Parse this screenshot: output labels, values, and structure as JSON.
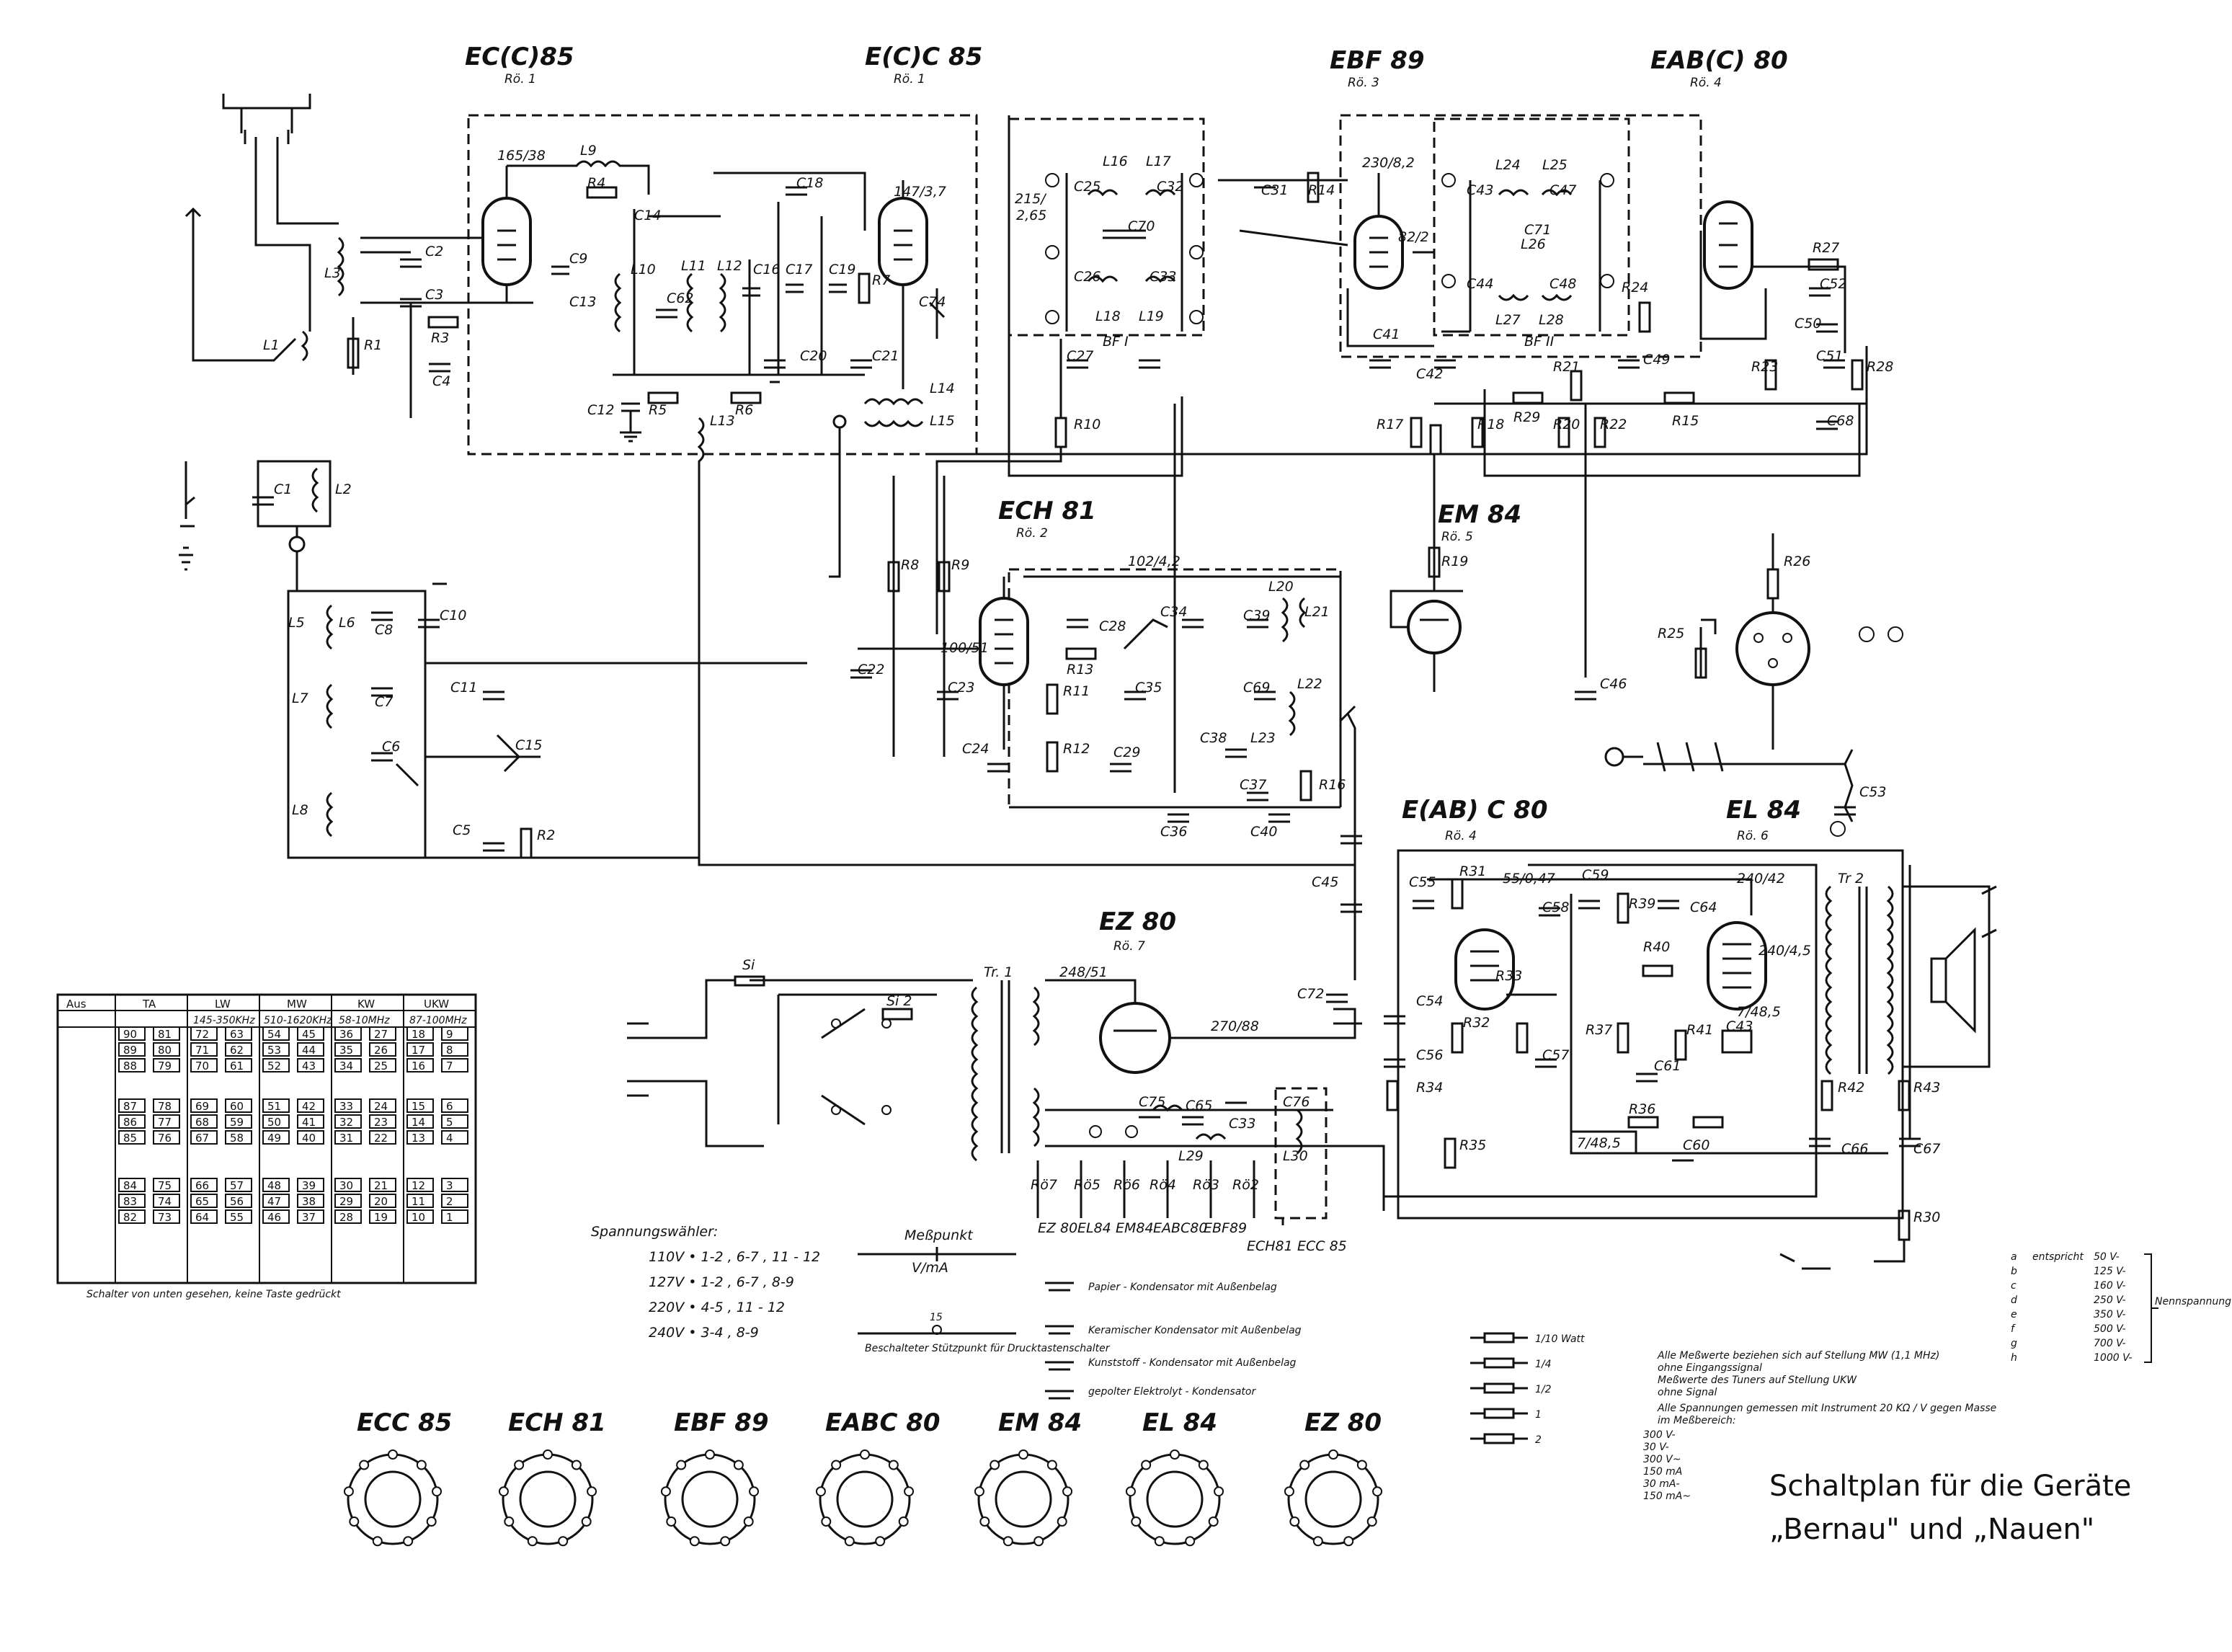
{
  "title": {
    "line1": "Schaltplan für die Geräte",
    "line2": "„Bernau\" und „Nauen\""
  },
  "tubes": [
    {
      "id": "ec85a",
      "name": "EC(C)85",
      "sub": "Rö. 1"
    },
    {
      "id": "ec85b",
      "name": "E(C)C 85",
      "sub": "Rö. 1"
    },
    {
      "id": "ebf89",
      "name": "EBF 89",
      "sub": "Rö. 3"
    },
    {
      "id": "eab80",
      "name": "EAB(C) 80",
      "sub": "Rö. 4"
    },
    {
      "id": "ech81",
      "name": "ECH 81",
      "sub": "Rö. 2"
    },
    {
      "id": "em84",
      "name": "EM 84",
      "sub": "Rö. 5"
    },
    {
      "id": "eabc80",
      "name": "E(AB) C 80",
      "sub": "Rö. 4"
    },
    {
      "id": "el84",
      "name": "EL 84",
      "sub": "Rö. 6"
    },
    {
      "id": "ez80",
      "name": "EZ 80",
      "sub": "Rö. 7"
    }
  ],
  "component_labels": {
    "L3": "L3",
    "L1": "L1",
    "L2": "L2",
    "L5": "L5",
    "L6": "L6",
    "L7": "L7",
    "L8": "L8",
    "L9": "L9",
    "L10": "L10",
    "L11": "L11",
    "L12": "L12",
    "L13": "L13",
    "L14": "L14",
    "L15": "L15",
    "L16": "L16",
    "L17": "L17",
    "L18": "L18",
    "L19": "L19",
    "L20": "L20",
    "L21": "L21",
    "L22": "L22",
    "L23": "L23",
    "L24": "L24",
    "L25": "L25",
    "L26": "L26",
    "L27": "L27",
    "L28": "L28",
    "L29": "L29",
    "L30": "L30",
    "C1": "C1",
    "C2": "C2",
    "C3": "C3",
    "C4": "C4",
    "C5": "C5",
    "C6": "C6",
    "C7": "C7",
    "C8": "C8",
    "C9": "C9",
    "C10": "C10",
    "C11": "C11",
    "C12": "C12",
    "C13": "C13",
    "C14": "C14",
    "C15": "C15",
    "C16": "C16",
    "C17": "C17",
    "C18": "C18",
    "C19": "C19",
    "C20": "C20",
    "C21": "C21",
    "C22": "C22",
    "C23": "C23",
    "C24": "C24",
    "C25": "C25",
    "C26": "C26",
    "C27": "C27",
    "C28": "C28",
    "C29": "C29",
    "C31": "C31",
    "C32": "C32",
    "C33": "C33",
    "C34": "C34",
    "C35": "C35",
    "C36": "C36",
    "C37": "C37",
    "C38": "C38",
    "C39": "C39",
    "C40": "C40",
    "C41": "C41",
    "C42": "C42",
    "C43": "C43",
    "C44": "C44",
    "C45": "C45",
    "C46": "C46",
    "C47": "C47",
    "C48": "C48",
    "C49": "C49",
    "C50": "C50",
    "C51": "C51",
    "C52": "C52",
    "C53": "C53",
    "C54": "C54",
    "C55": "C55",
    "C56": "C56",
    "C57": "C57",
    "C58": "C58",
    "C59": "C59",
    "C60": "C60",
    "C61": "C61",
    "C43b": "C43",
    "C62": "C62",
    "C64": "C64",
    "C65": "C65",
    "C66": "C66",
    "C67": "C67",
    "C68": "C68",
    "C69": "C69",
    "C70": "C70",
    "C71": "C71",
    "C72": "C72",
    "C74": "C74",
    "C75": "C75",
    "C76": "C76",
    "C33b": "C33",
    "R1": "R1",
    "R2": "R2",
    "R3": "R3",
    "R4": "R4",
    "R5": "R5",
    "R6": "R6",
    "R7": "R7",
    "R8": "R8",
    "R9": "R9",
    "R10": "R10",
    "R11": "R11",
    "R12": "R12",
    "R13": "R13",
    "R14": "R14",
    "R15": "R15",
    "R16": "R16",
    "R17": "R17",
    "R18": "R18",
    "R19": "R19",
    "R20": "R20",
    "R21": "R21",
    "R22": "R22",
    "R23": "R23",
    "R24": "R24",
    "R25": "R25",
    "R26": "R26",
    "R27": "R27",
    "R28": "R28",
    "R29": "R29",
    "R30": "R30",
    "R31": "R31",
    "R32": "R32",
    "R33": "R33",
    "R34": "R34",
    "R35": "R35",
    "R36": "R36",
    "R37": "R37",
    "R39": "R39",
    "R40": "R40",
    "R41": "R41",
    "R42": "R42",
    "R43": "R43",
    "BFI": "BF I",
    "BFII": "BF II",
    "Tr1": "Tr. 1",
    "Tr2": "Tr 2",
    "Si": "Si",
    "Si2": "Si 2",
    "Ro7": "Rö7",
    "Ro5": "Rö5",
    "Ro6": "Rö6",
    "Ro4": "Rö4",
    "Ro3": "Rö3",
    "Ro2": "Rö2",
    "bEZ80": "EZ 80",
    "bEL84": "EL84",
    "bEM84": "EM84",
    "bEABC80": "EABC80",
    "bEBF89": "EBF89",
    "bECH81": "ECH81",
    "bECC85": "ECC 85"
  },
  "voltages": {
    "v1": "165/38",
    "v2": "147/3,7",
    "v3": "215/",
    "v3b": "2,65",
    "v4": "230/8,2",
    "v5": "82/2",
    "v6": "102/4,2",
    "v7": "100/51",
    "v8": "55/0,47",
    "v9": "240/42",
    "v10": "240/4,5",
    "v11": "7/48,5",
    "v12": "248/51",
    "v13": "270/88",
    "v14": "7/48,5"
  },
  "switch_table": {
    "headers": [
      "Aus",
      "TA",
      "LW",
      "MW",
      "KW",
      "UKW"
    ],
    "ranges": [
      "",
      "",
      "145-350KHz",
      "510-1620KHz",
      "58-10MHz",
      "87-100MHz"
    ],
    "groups": [
      [
        [
          "90",
          "81"
        ],
        [
          "72",
          "63"
        ],
        [
          "54",
          "45"
        ],
        [
          "36",
          "27"
        ],
        [
          "18",
          "9"
        ]
      ],
      [
        [
          "89",
          "80"
        ],
        [
          "71",
          "62"
        ],
        [
          "53",
          "44"
        ],
        [
          "35",
          "26"
        ],
        [
          "17",
          "8"
        ]
      ],
      [
        [
          "88",
          "79"
        ],
        [
          "70",
          "61"
        ],
        [
          "52",
          "43"
        ],
        [
          "34",
          "25"
        ],
        [
          "16",
          "7"
        ]
      ],
      [
        [
          "87",
          "78"
        ],
        [
          "69",
          "60"
        ],
        [
          "51",
          "42"
        ],
        [
          "33",
          "24"
        ],
        [
          "15",
          "6"
        ]
      ],
      [
        [
          "86",
          "77"
        ],
        [
          "68",
          "59"
        ],
        [
          "50",
          "41"
        ],
        [
          "32",
          "23"
        ],
        [
          "14",
          "5"
        ]
      ],
      [
        [
          "85",
          "76"
        ],
        [
          "67",
          "58"
        ],
        [
          "49",
          "40"
        ],
        [
          "31",
          "22"
        ],
        [
          "13",
          "4"
        ]
      ],
      [
        [
          "84",
          "75"
        ],
        [
          "66",
          "57"
        ],
        [
          "48",
          "39"
        ],
        [
          "30",
          "21"
        ],
        [
          "12",
          "3"
        ]
      ],
      [
        [
          "83",
          "74"
        ],
        [
          "65",
          "56"
        ],
        [
          "47",
          "38"
        ],
        [
          "29",
          "20"
        ],
        [
          "11",
          "2"
        ]
      ],
      [
        [
          "82",
          "73"
        ],
        [
          "64",
          "55"
        ],
        [
          "46",
          "37"
        ],
        [
          "28",
          "19"
        ],
        [
          "10",
          "1"
        ]
      ]
    ],
    "caption": "Schalter von unten gesehen, keine Taste gedrückt"
  },
  "voltage_selector": {
    "label": "Spannungswähler:",
    "rows": [
      "110V • 1-2 , 6-7 , 11 - 12",
      "127V • 1-2 , 6-7 , 8-9",
      "220V • 4-5 , 11 - 12",
      "240V • 3-4 , 8-9"
    ]
  },
  "measure": {
    "label": "Meßpunkt",
    "unit": "V/mA",
    "node": "15",
    "node_label": "Beschalteter Stützpunkt für Drucktastenschalter"
  },
  "cap_legend": [
    "Papier - Kondensator mit Außenbelag",
    "Keramischer Kondensator mit Außenbelag",
    "Kunststoff - Kondensator mit Außenbelag",
    "gepolter Elektrolyt - Kondensator"
  ],
  "resistor_legend": [
    "1/10 Watt",
    "1/4",
    "1/2",
    "1",
    "2"
  ],
  "notes": [
    "Alle Meßwerte beziehen sich auf Stellung MW (1,1 MHz)",
    "ohne Eingangssignal",
    "Meßwerte des Tuners auf Stellung UKW",
    "ohne Signal",
    "Alle Spannungen gemessen mit Instrument 20 KΩ / V gegen Masse",
    "im Meßbereich:",
    "300 V-",
    "30 V-",
    "300 V~",
    "150 mA",
    "30 mA-",
    "150 mA~"
  ],
  "cap_ratings": {
    "rows": [
      [
        "a",
        "entspricht",
        "50 V-"
      ],
      [
        "b",
        "•",
        "125 V-"
      ],
      [
        "c",
        "•",
        "160 V-"
      ],
      [
        "d",
        "•",
        "250 V-"
      ],
      [
        "e",
        "•",
        "350 V-"
      ],
      [
        "f",
        "•",
        "500 V-"
      ],
      [
        "g",
        "•",
        "700 V-"
      ],
      [
        "h",
        "•",
        "1000 V-"
      ]
    ],
    "note": "Nennspannung der Kondensatoren"
  },
  "pinouts": [
    "ECC 85",
    "ECH 81",
    "EBF 89",
    "EABC 80",
    "EM 84",
    "EL 84",
    "EZ 80"
  ]
}
